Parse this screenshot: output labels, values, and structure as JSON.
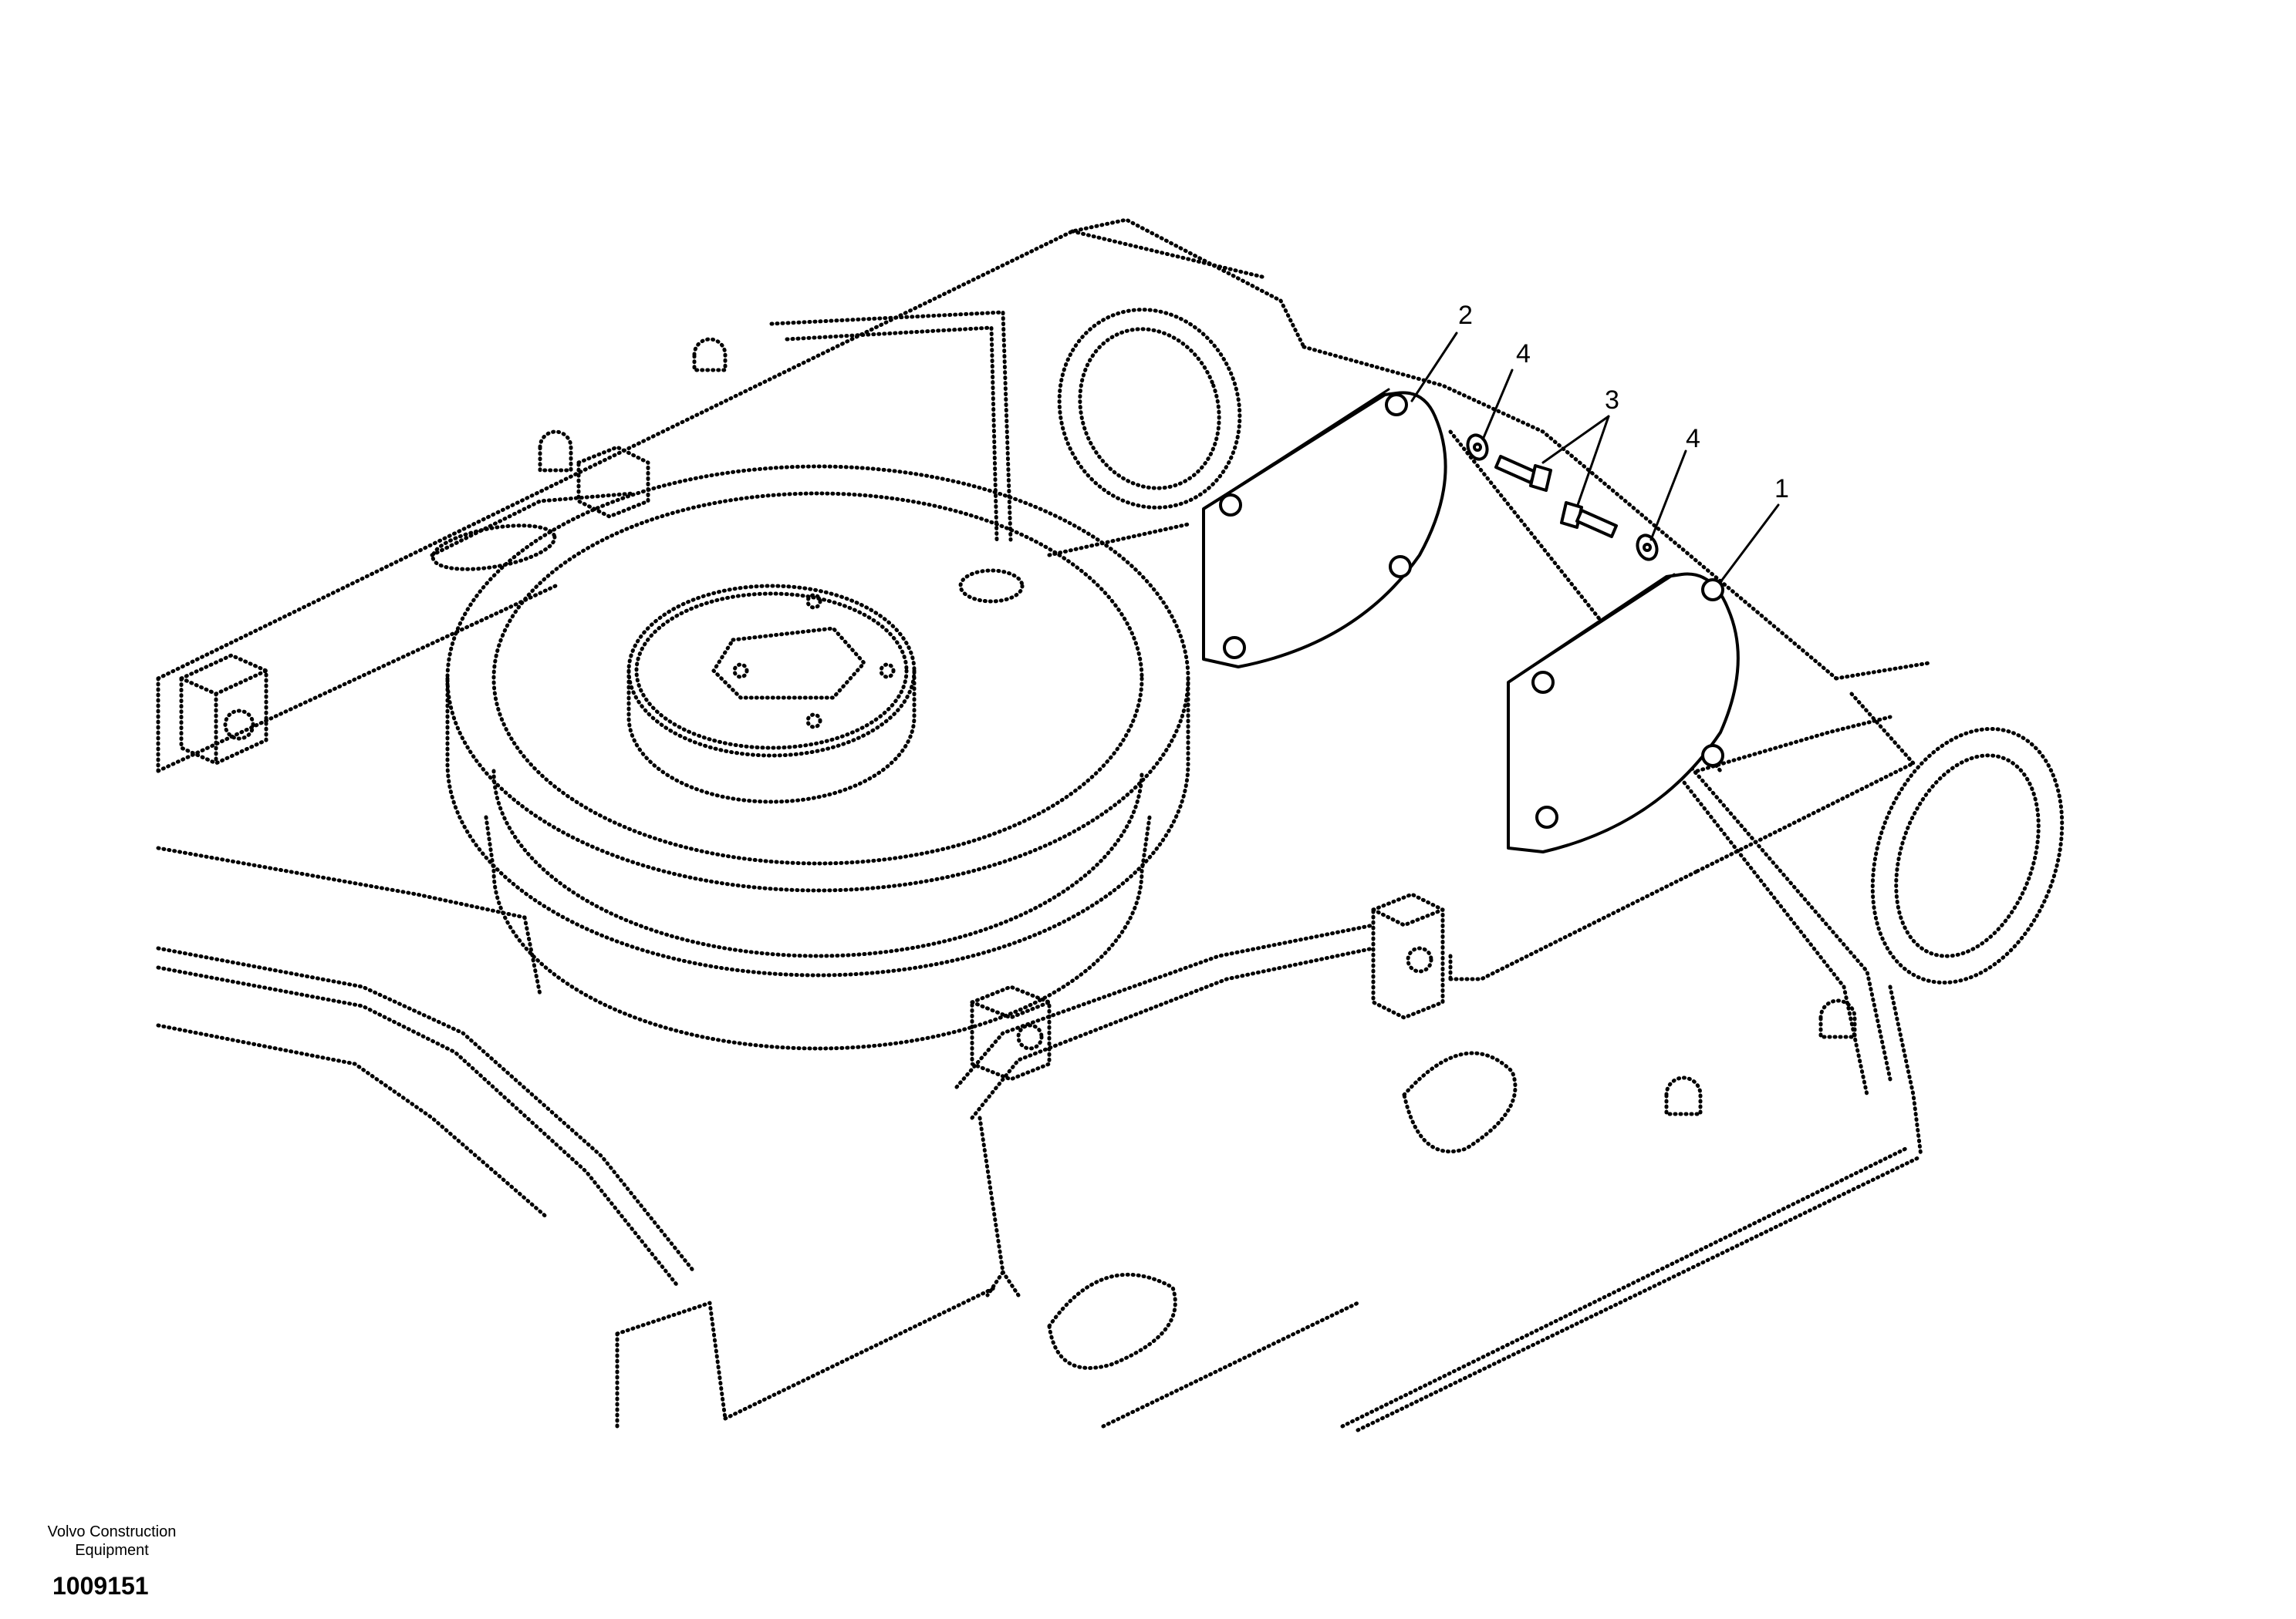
{
  "callouts": [
    {
      "id": "1",
      "label": "1"
    },
    {
      "id": "2",
      "label": "2"
    },
    {
      "id": "3",
      "label": "3"
    },
    {
      "id": "4a",
      "label": "4"
    },
    {
      "id": "4b",
      "label": "4"
    }
  ],
  "footer": {
    "brand_line1": "Volvo Construction",
    "brand_line2": "Equipment",
    "drawing_number": "1009151"
  }
}
